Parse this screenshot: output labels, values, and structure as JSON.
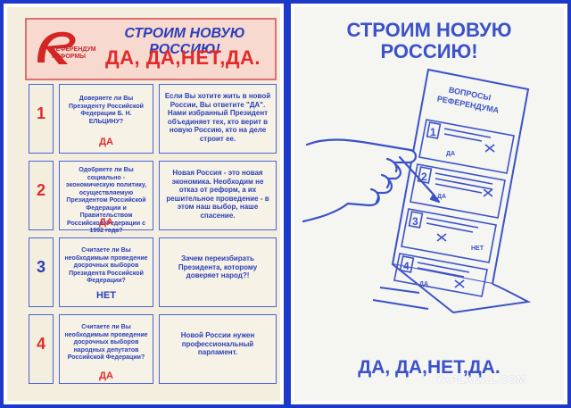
{
  "left_leaflet": {
    "logo_text": "РЕФЕРЕНДУМ\nРЕФОРМЫ",
    "title": "СТРОИМ НОВУЮ РОССИЮ!",
    "slogan": "ДА, ДА,НЕТ,ДА.",
    "questions": [
      {
        "number": "1",
        "question": "Доверяете ли Вы Президенту Российской Федерации Б. Н. ЕЛЬЦИНУ?",
        "answer": "ДА",
        "argument": "Если Вы хотите жить в новой России, Вы ответите \"ДА\". Нами избранный Президент объединяет тех, кто верит в новую Россию, кто на деле строит ее."
      },
      {
        "number": "2",
        "question": "Одобряете ли Вы социально - экономическую политику, осуществляемую Президентом Российской Федерации и Правительством Российской Федерации с 1992 года?",
        "answer": "ДА",
        "argument": "Новая Россия - это новая экономика. Необходим не отказ от реформ, а их решительное проведение - в этом наш выбор, наше спасение."
      },
      {
        "number": "3",
        "question": "Считаете ли Вы необходимым проведение досрочных выборов Президента Российской Федерации?",
        "answer": "НЕТ",
        "argument": "Зачем переизбирать Президента, которому доверяет народ?!"
      },
      {
        "number": "4",
        "question": "Считаете ли Вы необходимым проведение досрочных выборов народных депутатов Российской Федерации?",
        "answer": "ДА",
        "argument": "Новой России нужен профессиональный парламент."
      }
    ]
  },
  "right_leaflet": {
    "title_line1": "СТРОИМ НОВУЮ",
    "title_line2": "РОССИЮ!",
    "ballot_header_line1": "ВОПРОСЫ",
    "ballot_header_line2": "РЕФЕРЕНДУМА",
    "ballot_items": [
      {
        "number": "1",
        "answer": "ДА"
      },
      {
        "number": "2",
        "answer": "ДА"
      },
      {
        "number": "3",
        "answer": "НЕТ"
      },
      {
        "number": "4",
        "answer": "ДА"
      }
    ],
    "slogan": "ДА, ДА,НЕТ,ДА."
  },
  "watermark": "YAPLAKAL.COM",
  "colors": {
    "background": "#1d39c9",
    "red": "#e22a2a",
    "blue": "#2a3fb8",
    "paper": "#f4eedf"
  }
}
